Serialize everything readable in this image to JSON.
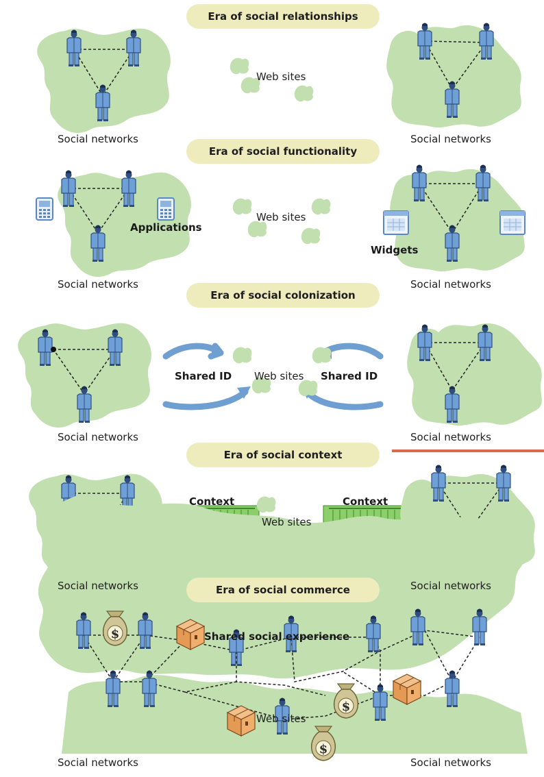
{
  "eras": [
    {
      "title": "Era of social relationships",
      "left_caption": "Social networks",
      "center_label": "Web sites",
      "right_caption": "Social networks"
    },
    {
      "title": "Era of social functionality",
      "left_caption": "Social networks",
      "center_label": "Web sites",
      "right_caption": "Social networks",
      "left_label": "Applications",
      "right_label": "Widgets"
    },
    {
      "title": "Era of social colonization",
      "left_caption": "Social networks",
      "center_label": "Web sites",
      "right_caption": "Social networks",
      "left_label": "Shared ID",
      "right_label": "Shared ID"
    },
    {
      "title": "Era of social context",
      "left_caption": "Social networks",
      "center_label": "Web sites",
      "right_caption": "Social networks",
      "left_label": "Context",
      "right_label": "Context"
    },
    {
      "title": "Era of social commerce",
      "left_caption": "Social networks",
      "center_label": "Web sites",
      "right_caption": "Social networks",
      "top_label": "Shared social experience"
    }
  ],
  "colors": {
    "land": "#c2dfb0",
    "person": "#6e9fd6",
    "person_dark": "#2f4f80",
    "pill": "#eeecbd",
    "arrow": "#6f9fd0",
    "bridge": "#8ccf6a",
    "box": "#e9a25a",
    "bag": "#cfc596",
    "accent_line": "#d96a4a"
  },
  "icons": [
    "person-icon",
    "phone-app-icon",
    "widget-window-icon",
    "shared-id-arrow",
    "bridge-icon",
    "money-bag-icon",
    "package-box-icon"
  ]
}
